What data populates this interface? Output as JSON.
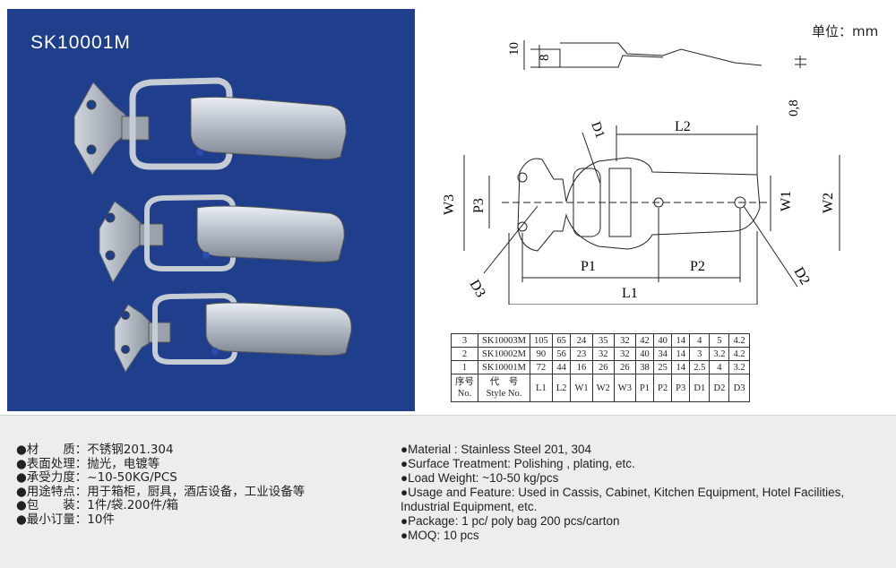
{
  "photo": {
    "model": "SK10001M",
    "background": "#1f3f8c"
  },
  "drawing": {
    "unit": "单位：mm",
    "labels": {
      "h10": "10",
      "h8": "8",
      "t08": "0,8",
      "d1": "D1",
      "l2": "L2",
      "w3": "W3",
      "p3": "P3",
      "w1": "W1",
      "w2": "W2",
      "p1": "P1",
      "p2": "P2",
      "l1": "L1",
      "d3": "D3",
      "d2": "D2"
    }
  },
  "table": {
    "header": [
      [
        "序号",
        "No."
      ],
      [
        "代　号",
        "Style No."
      ],
      [
        "L1"
      ],
      [
        "L2"
      ],
      [
        "W1"
      ],
      [
        "W2"
      ],
      [
        "W3"
      ],
      [
        "P1"
      ],
      [
        "P2"
      ],
      [
        "P3"
      ],
      [
        "D1"
      ],
      [
        "D2"
      ],
      [
        "D3"
      ]
    ],
    "rows": [
      [
        "3",
        "SK10003M",
        "105",
        "65",
        "24",
        "35",
        "32",
        "42",
        "40",
        "14",
        "4",
        "5",
        "4.2"
      ],
      [
        "2",
        "SK10002M",
        "90",
        "56",
        "23",
        "32",
        "32",
        "40",
        "34",
        "14",
        "3",
        "3.2",
        "4.2"
      ],
      [
        "1",
        "SK10001M",
        "72",
        "44",
        "16",
        "26",
        "26",
        "38",
        "25",
        "14",
        "2.5",
        "4",
        "3.2"
      ]
    ]
  },
  "features_cn": [
    "●材　　质：不锈钢201.304",
    "●表面处理：抛光，电镀等",
    "●承受力度：~10-50KG/PCS",
    "●用途特点：用于箱柜，厨具，酒店设备，工业设备等",
    "●包　　装：1件/袋.200件/箱",
    "●最小订量：10件"
  ],
  "features_en": [
    "●Material : Stainless Steel 201, 304",
    "●Surface Treatment: Polishing , plating, etc.",
    "●Load Weight: ~10-50 kg/pcs",
    "●Usage and Feature: Used in Cassis, Cabinet, Kitchen Equipment, Hotel Facilities, Industrial Equipment, etc.",
    "●Package: 1 pc/ poly bag  200 pcs/carton",
    "●MOQ: 10 pcs"
  ]
}
